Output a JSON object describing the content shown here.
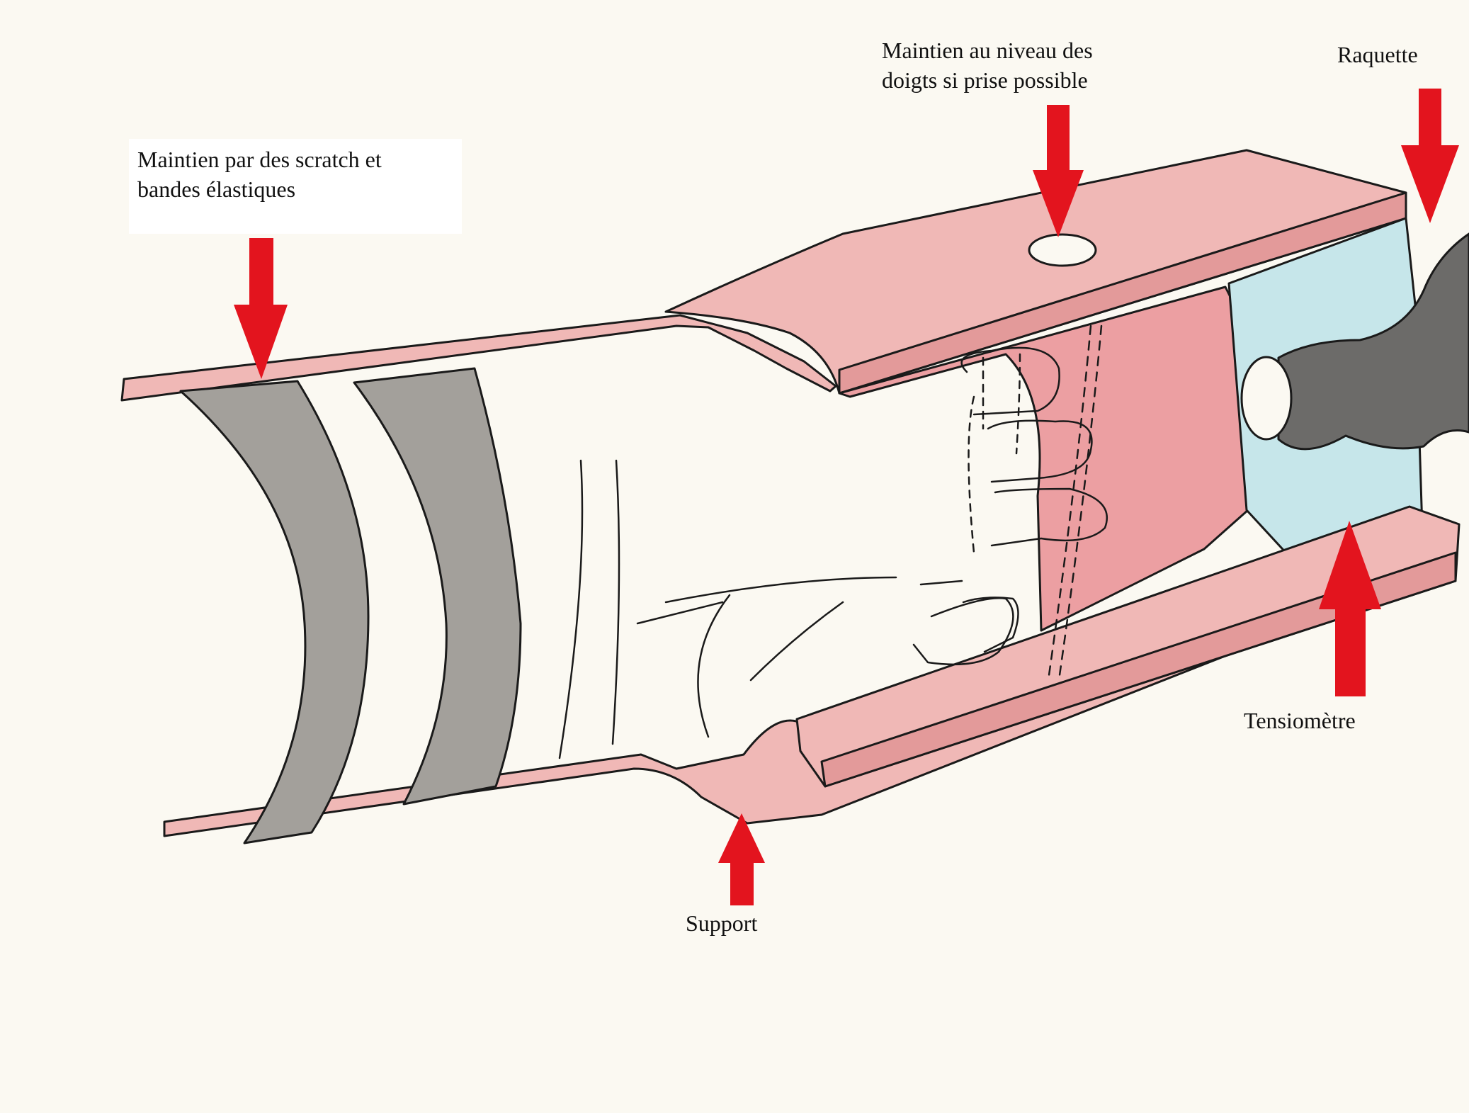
{
  "labels": {
    "straps": "Maintien par des scratch et\nbandes élastiques",
    "fingers": "Maintien au niveau des\ndoigts si prise possible",
    "racket": "Raquette",
    "tensiometer": "Tensiomètre",
    "support": "Support"
  },
  "colors": {
    "splint_pink": "#f0b8b6",
    "splint_dark_pink": "#e39a9a",
    "strap_gray": "#a3a09b",
    "tensiometer_blue": "#c6e6ea",
    "racket_gray": "#6c6b69",
    "arrow_red": "#e3141e",
    "background": "#fbf9f2"
  },
  "icons": [
    "arrow-down-icon",
    "arrow-up-icon"
  ]
}
